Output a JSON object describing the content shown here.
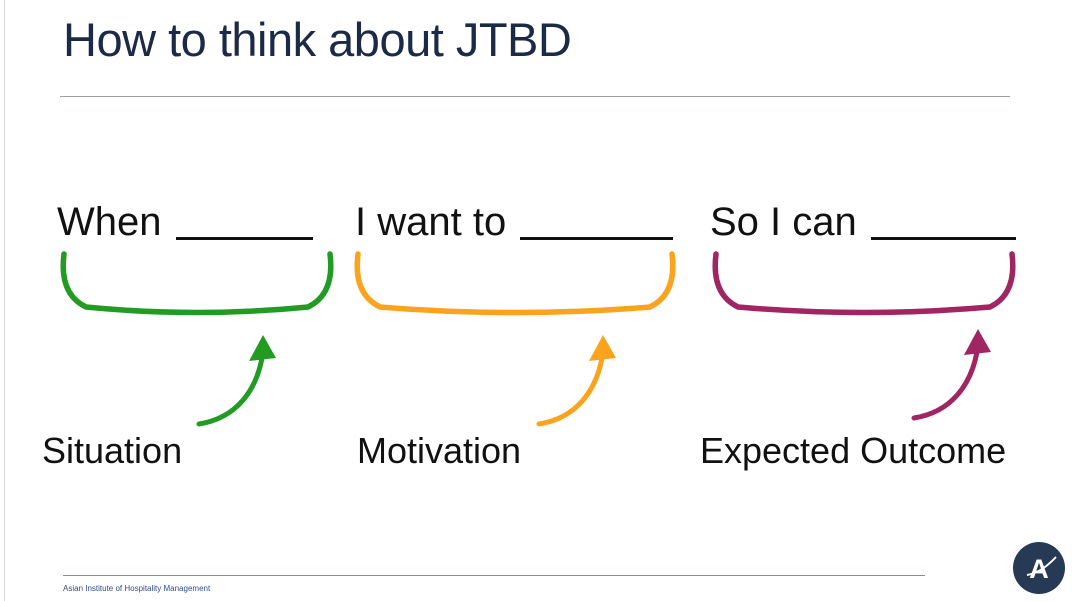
{
  "slide": {
    "title": "How to think about JTBD",
    "template_sentence": [
      {
        "text": "When",
        "blank": "________",
        "label": "Situation",
        "color": "#229b22"
      },
      {
        "text": "I want to",
        "blank": "________",
        "label": "Motivation",
        "color": "#fba31c"
      },
      {
        "text": "So I can",
        "blank": "________",
        "label": "Expected Outcome",
        "color": "#a02563"
      }
    ],
    "footer": {
      "text": "Asian Institute of Hospitality Management"
    },
    "logo": {
      "letter": "A",
      "bg_color": "#263a55"
    },
    "colors": {
      "title_text": "#1b2a47",
      "body_text": "#111111",
      "title_rule": "#9aa0a6",
      "footer_rule": "#848d9e",
      "footer_text": "#2e4d8e",
      "left_edge_line": "#d9d9d9"
    }
  }
}
